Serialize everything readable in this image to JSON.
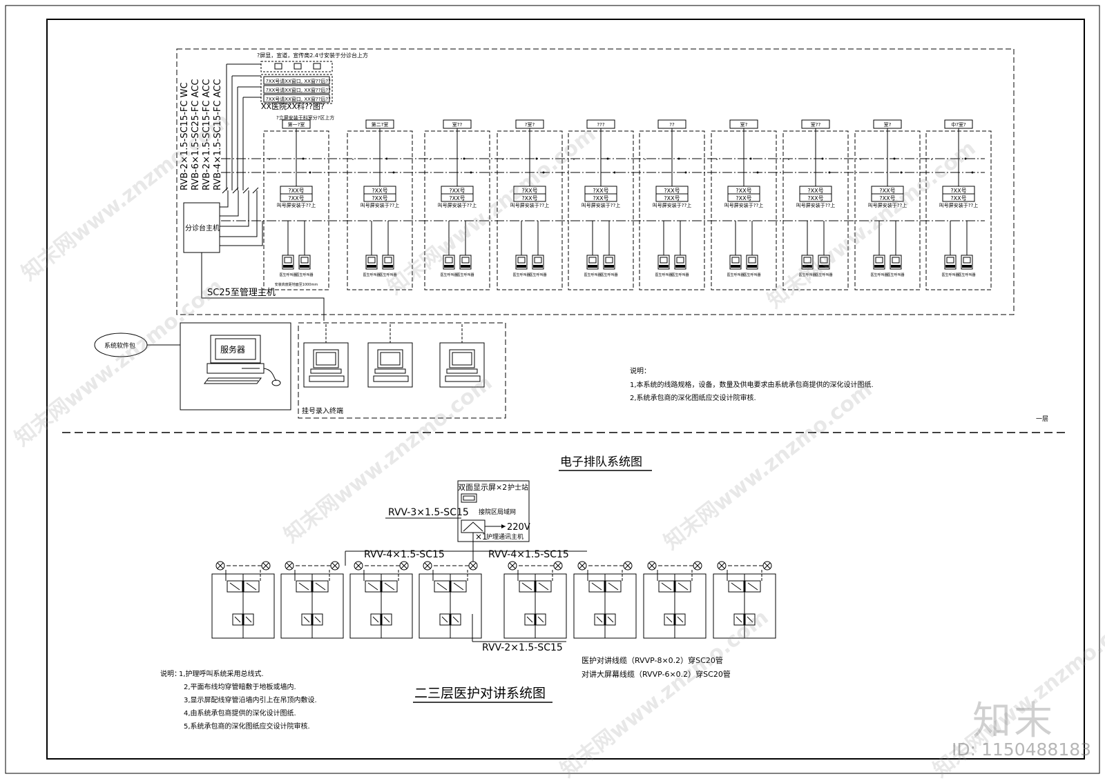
{
  "cables": [
    "RVB-2×1.5-SC15-FC WC",
    "RVB-6×1.5-SC25-FC ACC",
    "RVB-2×1.5-SC15-FC ACC",
    "RVB-4×1.5-SC15-FC ACC"
  ],
  "top_panel": {
    "caption": "?屏显，宣道，宣传啇2.4寸安装于分诊台上方",
    "rows": [
      "?XX号请XX窗口, XX窗??后??",
      "?XX号请XX窗口, XX窗??后??",
      "?XX号请XX窗口, XX窗??后??"
    ],
    "title": "XX医院XX科??图?",
    "note": "?立屏安装于科室分?区上方"
  },
  "rooms": [
    "第一?室",
    "第二?室",
    "室??",
    "?室?",
    "???",
    "??",
    "室?",
    "室??",
    "室?",
    "中?室?"
  ],
  "room_display": [
    "?XX号",
    "?XX号"
  ],
  "room_caption": "叫号屏安装于??上",
  "terminal_label": "医生呼叫器",
  "height_note": "安装高度距地面至1000mm",
  "host_label": "分诊台主机",
  "sc25_label": "SC25至管理主机",
  "software_label": "系统软件包",
  "server_label": "服务器",
  "register_label": "挂号录入终端",
  "notes1": {
    "heading": "说明：",
    "lines": [
      "1,本系统的线路规格，设备，数量及供电要求由系统承包商提供的深化设计图纸.",
      "2,系统承包商的深化图纸应交设计院审核."
    ]
  },
  "floor_label": "一层",
  "queue_title": "电子排队系统图",
  "nurse": {
    "display": "双面显示屏×2",
    "station": "护士站",
    "lan": "接院区局域网",
    "power": "220V",
    "qty": "×1",
    "host": "护理通讯主机"
  },
  "wires": {
    "rvv3": "RVV-3×1.5-SC15",
    "rvv4a": "RVV-4×1.5-SC15",
    "rvv4b": "RVV-4×1.5-SC15",
    "rvv2": "RVV-2×1.5-SC15"
  },
  "legend": [
    "医护对讲线缆（RVVP-8×0.2）穿SC20管",
    "对讲大屏幕线缆（RVVP-6×0.2）穿SC20管"
  ],
  "notes2": {
    "heading": "说明：",
    "lines": [
      "1,护理呼叫系统采用总线式.",
      "2,平面布线均穿管暗敷于地板或墙内.",
      "3,显示屏配线穿管沿墙内引上在吊顶内敷设.",
      "4,由系统承包商提供的深化设计图纸.",
      "5,系统承包商的深化图纸应交设计院审核."
    ]
  },
  "intercom_title": "二三层医护对讲系统图",
  "watermark": "知末网www.znzmo.com",
  "brand": "知末",
  "image_id": "ID: 1150488183"
}
